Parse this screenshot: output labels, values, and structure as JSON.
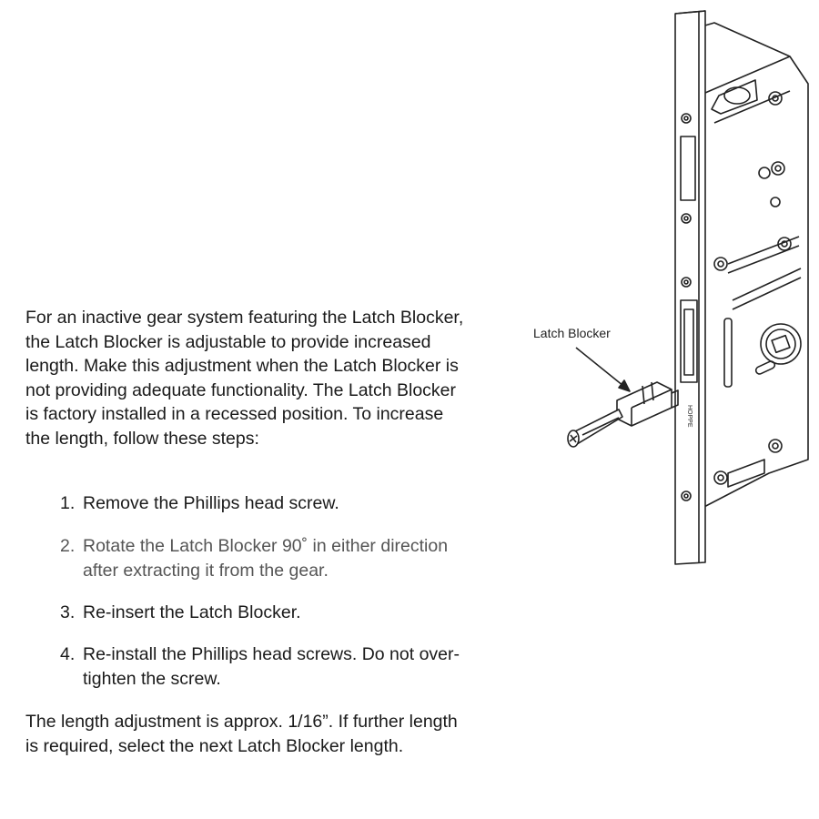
{
  "intro": "For an inactive gear system featuring the Latch Blocker, the Latch Blocker is adjustable to provide increased length.  Make this adjustment when the Latch Blocker is not providing adequate functionality.  The Latch Blocker is factory installed in a recessed position.  To increase the length, follow these steps:",
  "steps": [
    {
      "num": "1.",
      "text": "Remove the Phillips head screw."
    },
    {
      "num": "2.",
      "text": "Rotate the Latch Blocker 90˚ in either direction after extracting it from the gear."
    },
    {
      "num": "3.",
      "text": "Re-insert the Latch Blocker."
    },
    {
      "num": "4.",
      "text": "Re-install the Phillips head screws.  Do not over-tighten the screw."
    }
  ],
  "outro": "The length adjustment is approx. 1/16”.  If further length is required, select the next Latch Blocker length.",
  "diagram": {
    "callout_label": "Latch Blocker",
    "brand_mark": "HOPPE"
  }
}
